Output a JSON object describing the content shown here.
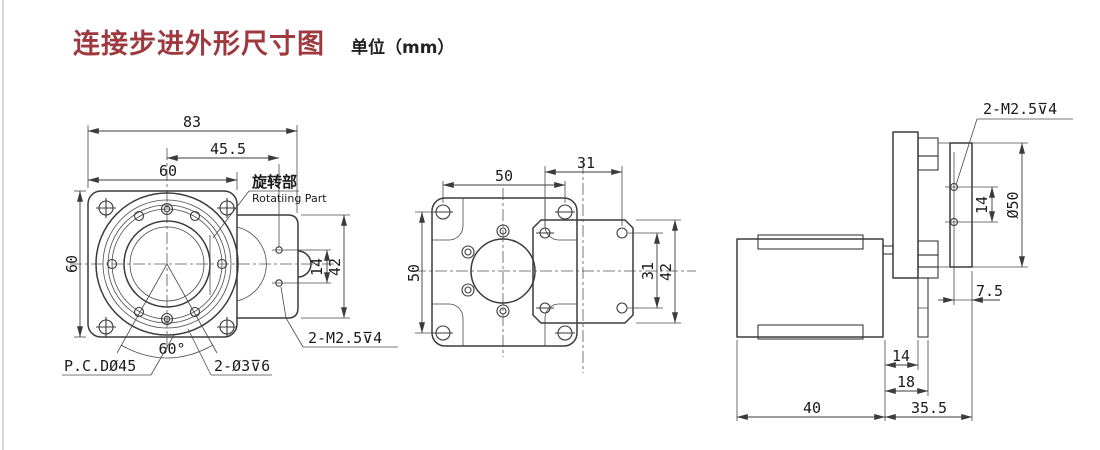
{
  "page": {
    "background": "#ffffff",
    "left_border_color": "#cccccc"
  },
  "header": {
    "title": "连接步进外形尺寸图",
    "unit": "单位（mm）",
    "title_color": "#9E3A3F"
  },
  "front_view": {
    "dims": {
      "total_width": "83",
      "upper_width": "45.5",
      "flange_width": "60",
      "flange_height": "60",
      "tab_hole_pitch": "14",
      "tab_height": "42",
      "bolt_angle": "60°"
    },
    "labels": {
      "rotating_part_cn": "旋转部",
      "rotating_part_en": "Rotatiing Part",
      "pitch_circle": "P.C.DØ45",
      "pin_holes": "2-Ø3⊽6",
      "tapped_holes": "2-M2.5⊽4"
    }
  },
  "back_view": {
    "dims": {
      "corner_hole_pitch_h": "50",
      "plate_hole_pitch_h": "31",
      "corner_hole_pitch_v": "50",
      "plate_hole_pitch_v": "31",
      "plate_height": "42"
    }
  },
  "side_view": {
    "labels": {
      "tapped_holes": "2-M2.5⊽4"
    },
    "dims": {
      "flange_hole_pitch": "14",
      "flange_diameter": "Ø50",
      "hole_face_offset": "7.5",
      "step_width_1": "14",
      "step_width_2": "18",
      "body_length": "40",
      "bracket_length": "35.5"
    }
  }
}
